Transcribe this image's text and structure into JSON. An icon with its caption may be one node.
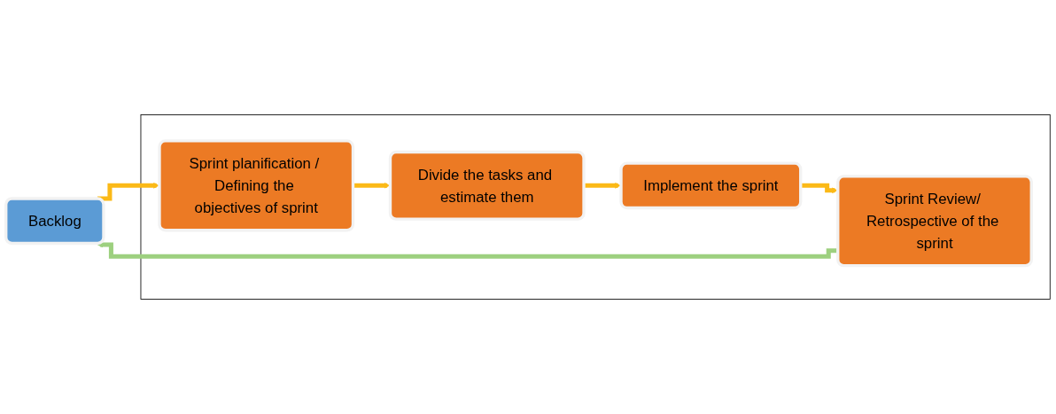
{
  "diagram": {
    "nodes": [
      {
        "text": [
          "Backlog"
        ]
      },
      {
        "text": [],
        "shape": "box"
      },
      {
        "text": [
          "Sprint planification / Defining the objectives of sprint"
        ],
        "in": 1
      },
      {
        "text": [
          "Divide the tasks and estimate them"
        ],
        "in": 1
      },
      {
        "text": [
          "Implement the sprint"
        ],
        "in": 1
      },
      {
        "text": [
          "Sprint Review/ Retrospective of the sprint"
        ],
        "in": 1
      }
    ],
    "edges": [
      {
        "from": 0,
        "to": 2,
        "arrow": "to"
      },
      {
        "from": 2,
        "to": 3,
        "arrow": "to"
      },
      {
        "from": 3,
        "to": 4,
        "arrow": "to"
      },
      {
        "from": 4,
        "to": 5,
        "arrow": "to"
      },
      {
        "from": 5,
        "to": 0,
        "arrow": "to",
        "color": "#9dd07f"
      }
    ]
  }
}
